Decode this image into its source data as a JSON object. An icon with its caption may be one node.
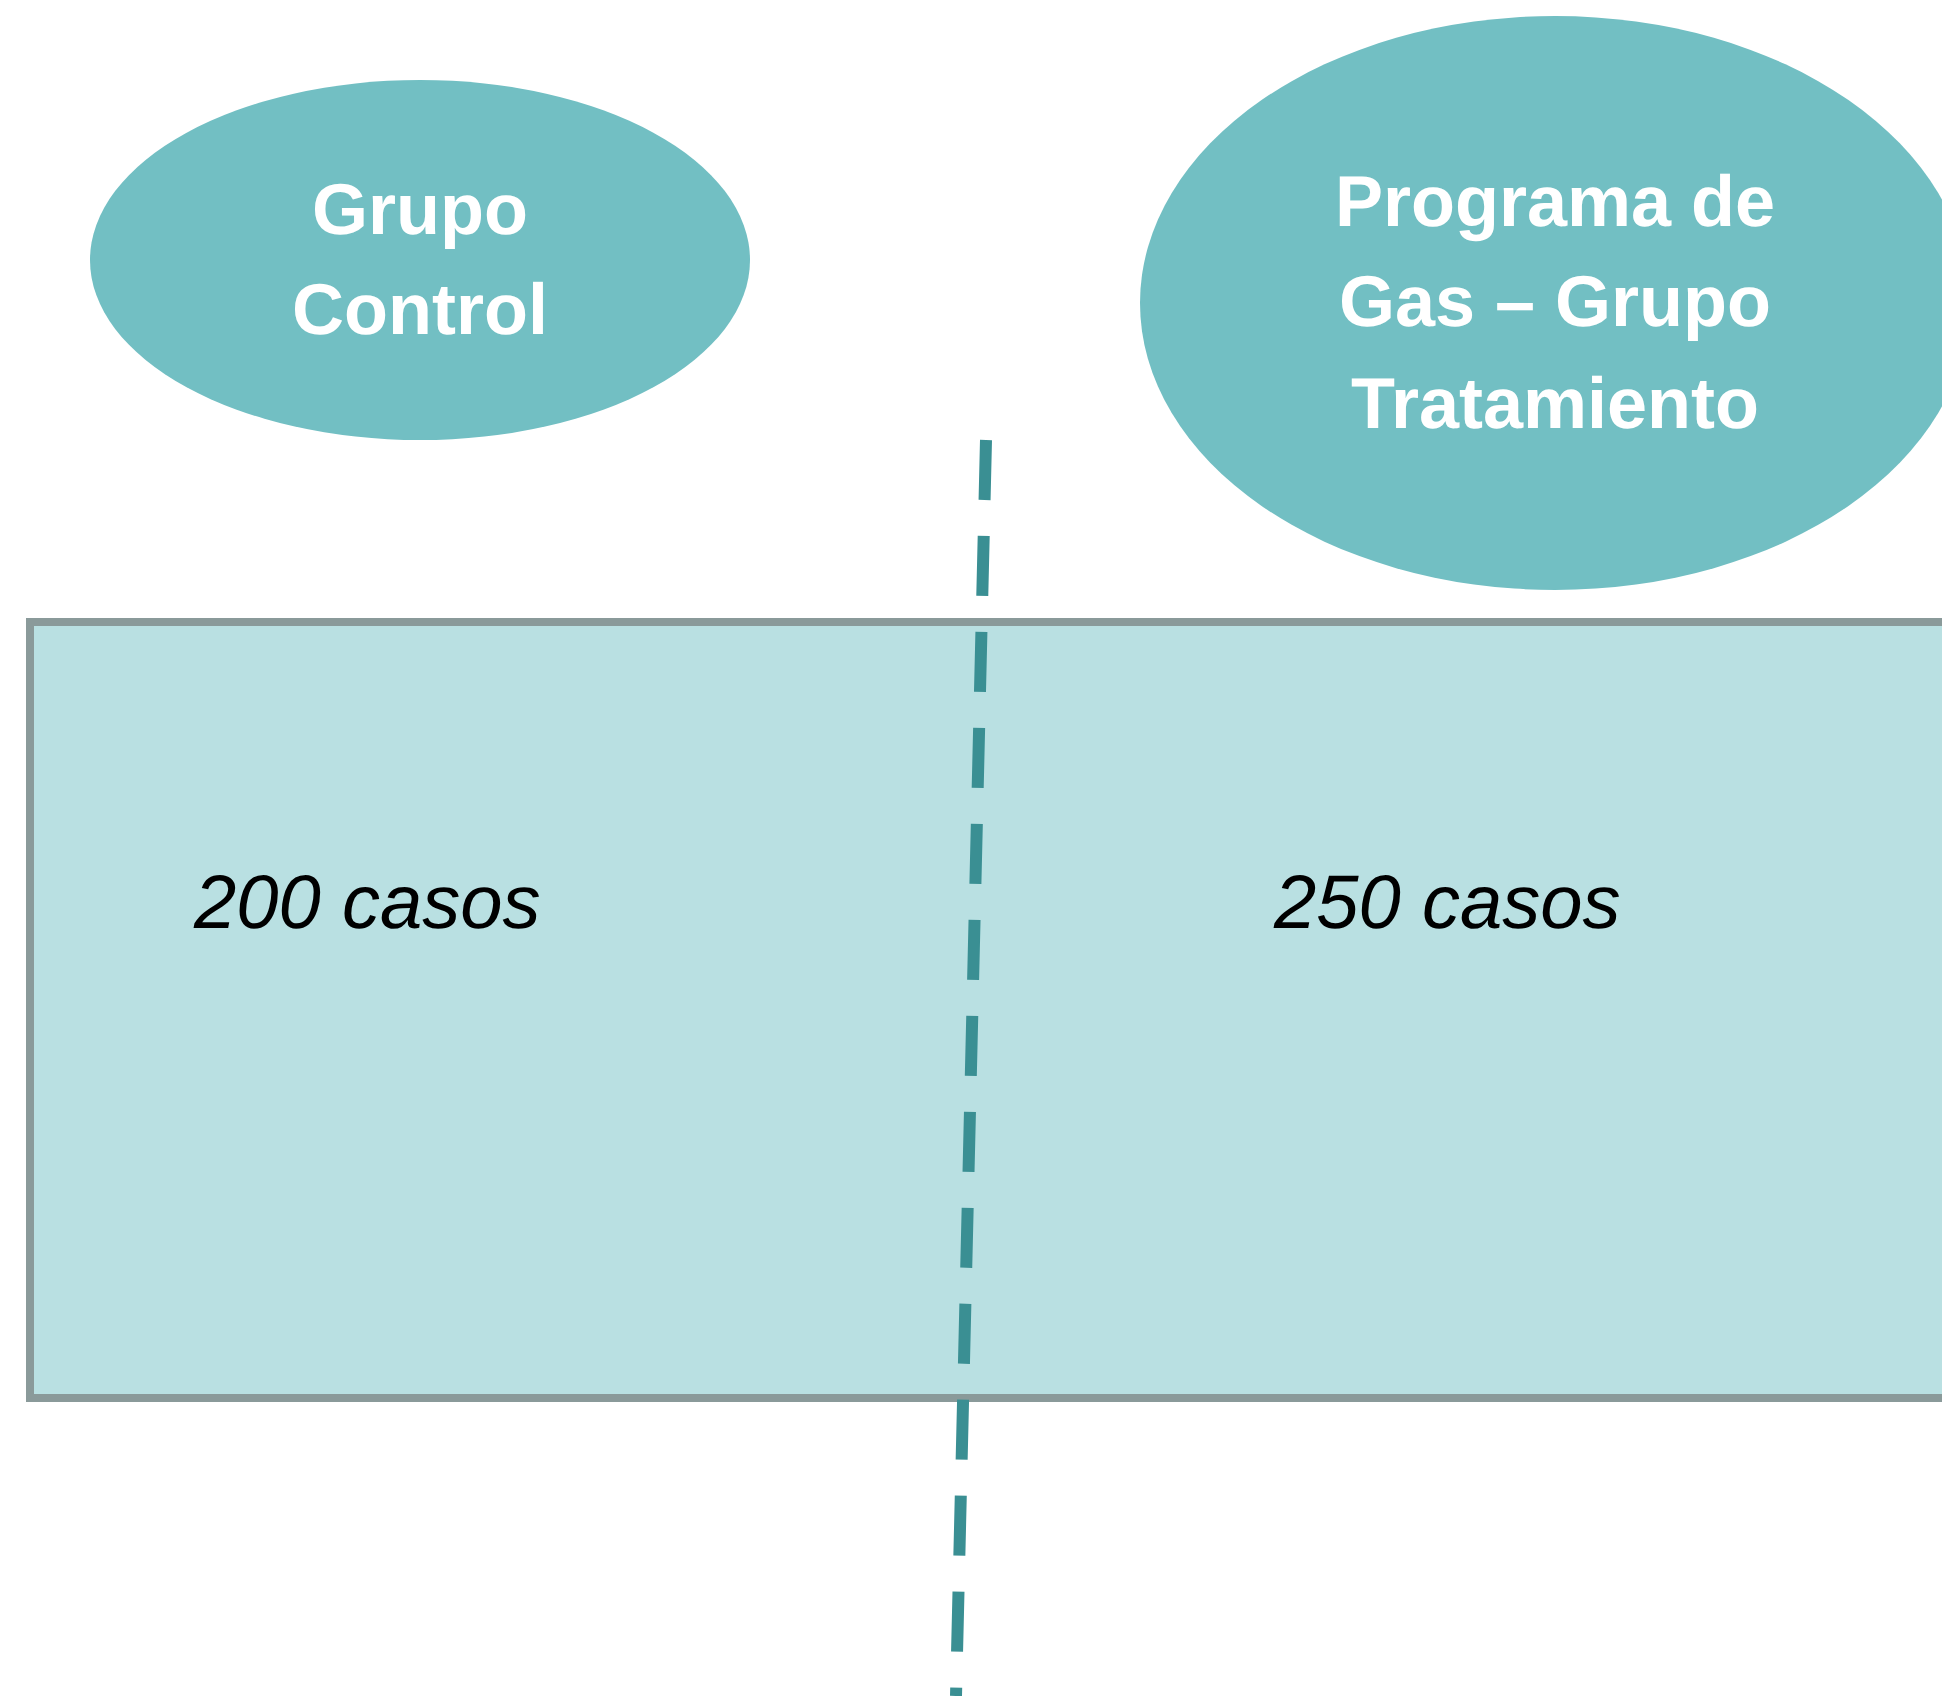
{
  "diagram": {
    "nodes": [
      {
        "text": [
          "Grupo Control"
        ]
      },
      {
        "text": [
          "Programa de Gas – Grupo Tratamiento"
        ]
      },
      {
        "text": [
          "200 casos",
          "250 casos"
        ]
      }
    ]
  }
}
